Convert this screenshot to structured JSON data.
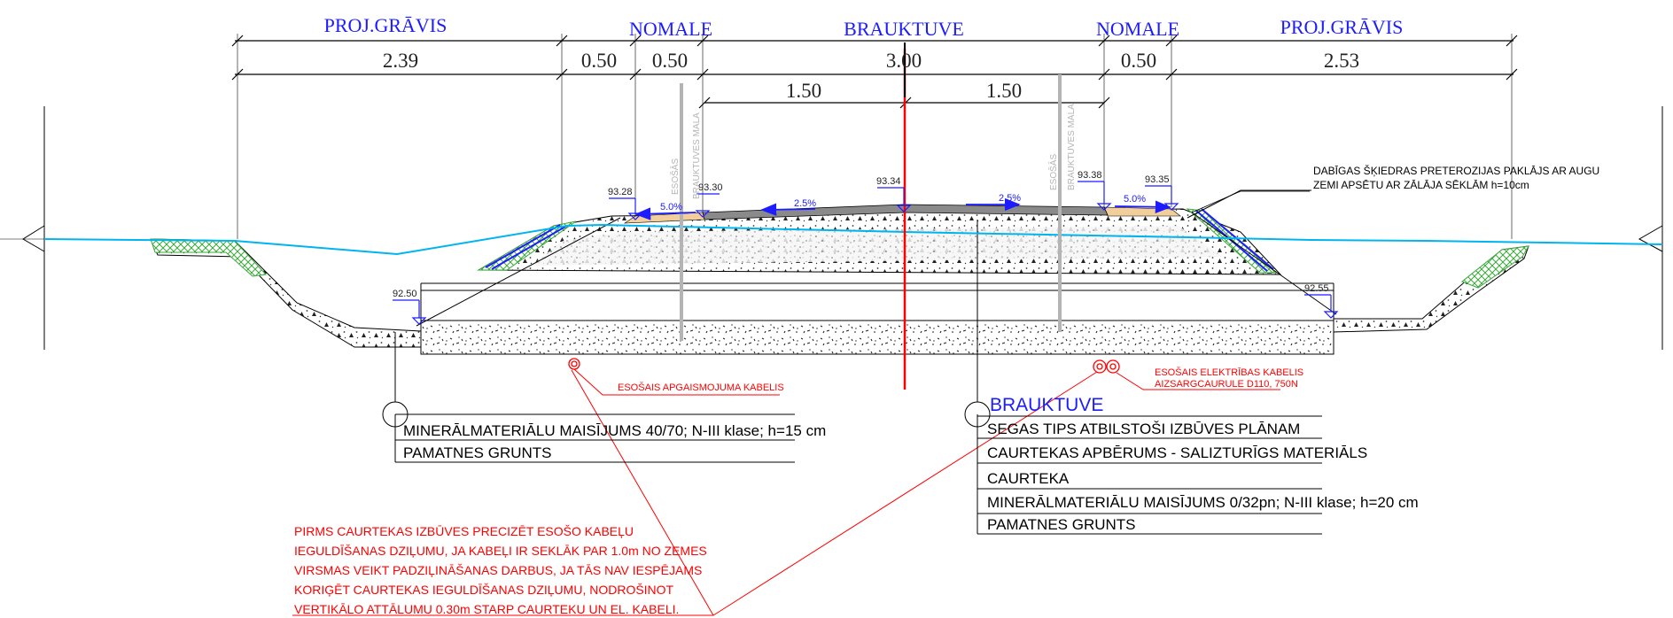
{
  "header": {
    "ditch_left": "PROJ.GRĀVIS",
    "shoulder_left": "NOMALE",
    "carriageway": "BRAUKTUVE",
    "shoulder_right": "NOMALE",
    "ditch_right": "PROJ.GRĀVIS"
  },
  "dimensions": {
    "ditch_left": "2.39",
    "gap_left": "0.50",
    "shoulder_left": "0.50",
    "carriageway": "3.00",
    "shoulder_right": "0.50",
    "ditch_right": "2.53",
    "half_left": "1.50",
    "half_right": "1.50"
  },
  "elevations": {
    "e1": "93.28",
    "e2": "93.30",
    "e3": "93.34",
    "e4": "93.38",
    "e5": "93.35",
    "e6": "92.50",
    "e7": "92.55"
  },
  "slopes": {
    "s1": "5.0%",
    "s2": "2.5%",
    "s3": "2.5%",
    "s4": "5.0%"
  },
  "edge_labels": {
    "left_line1": "ESOŠĀS",
    "left_line2": "BRAUKTUVES MALA",
    "right_line1": "ESOŠĀS",
    "right_line2": "BRAUKTUVES MALA"
  },
  "note_mat": {
    "line1": "DABĪGAS ŠĶIEDRAS PRETEROZIJAS PAKLĀJS AR AUGU",
    "line2": "ZEMI APSĒTU AR ZĀLĀJA SĒKLĀM h=10cm"
  },
  "cables": {
    "lighting": "ESOŠAIS APGAISMOJUMA KABELIS",
    "electric_line1": "ESOŠAIS ELEKTRĪBAS KABELIS",
    "electric_line2": "AIZSARGCAURULE D110, 750N"
  },
  "legend_left": {
    "row1": "MINERĀLMATERIĀLU MAISĪJUMS 40/70; N-III klase; h=15 cm",
    "row2": "PAMATNES GRUNTS"
  },
  "legend_right": {
    "title": "BRAUKTUVE",
    "row1": "SEGAS TIPS ATBILSTOŠI IZBŪVES PLĀNAM",
    "row2": "CAURTEKAS APBĒRUMS - SALIZTURĪGS MATERIĀLS",
    "row3": "CAURTEKA",
    "row4": "MINERĀLMATERIĀLU MAISĪJUMS 0/32pn; N-III klase; h=20 cm",
    "row5": "PAMATNES GRUNTS"
  },
  "warning_note": {
    "line1": "PIRMS CAURTEKAS IZBŪVES PRECIZĒT ESOŠO KABEĻU",
    "line2": "IEGULDĪŠANAS DZIĻUMU, JA KABEĻI IR SEKLĀK PAR 1.0m NO ZEMES",
    "line3": "VIRSMAS VEIKT PADZIĻINĀŠANAS DARBUS, JA TĀS NAV IESPĒJAMS",
    "line4": "KORIĢĒT CAURTEKAS IEGULDĪŠANAS DZIĻUMU, NODROŠINOT",
    "line5": "VERTIKĀLO ATTĀLUMU 0.30m STARP CAURTEKU UN EL. KABELI."
  },
  "colors": {
    "label_blue": "#1c1cff",
    "water_cyan": "#00b4f0",
    "warning_red": "#ff0000",
    "grass_green": "#3aa83a",
    "edge_grey": "#b4b4b4"
  }
}
